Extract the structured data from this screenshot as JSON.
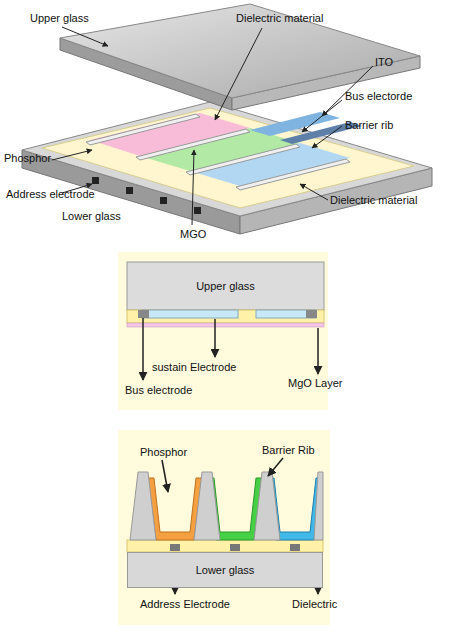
{
  "diagram": {
    "nodes": [
      {
        "text": [
          "Upper glass"
        ]
      },
      {
        "text": [
          "Lower glass"
        ]
      }
    ],
    "labels": [
      "Upper glass",
      "Dielectric material",
      "ITO",
      "Bus electorde",
      "Barrier rib",
      "Phosphor",
      "Address electrode",
      "Lower glass",
      "MGO",
      "Dielectric material",
      "sustain Electrode",
      "Bus electrode",
      "MgO Layer",
      "Phosphor",
      "Barrier Rib",
      "Address Electrode",
      "Dielectric"
    ]
  }
}
